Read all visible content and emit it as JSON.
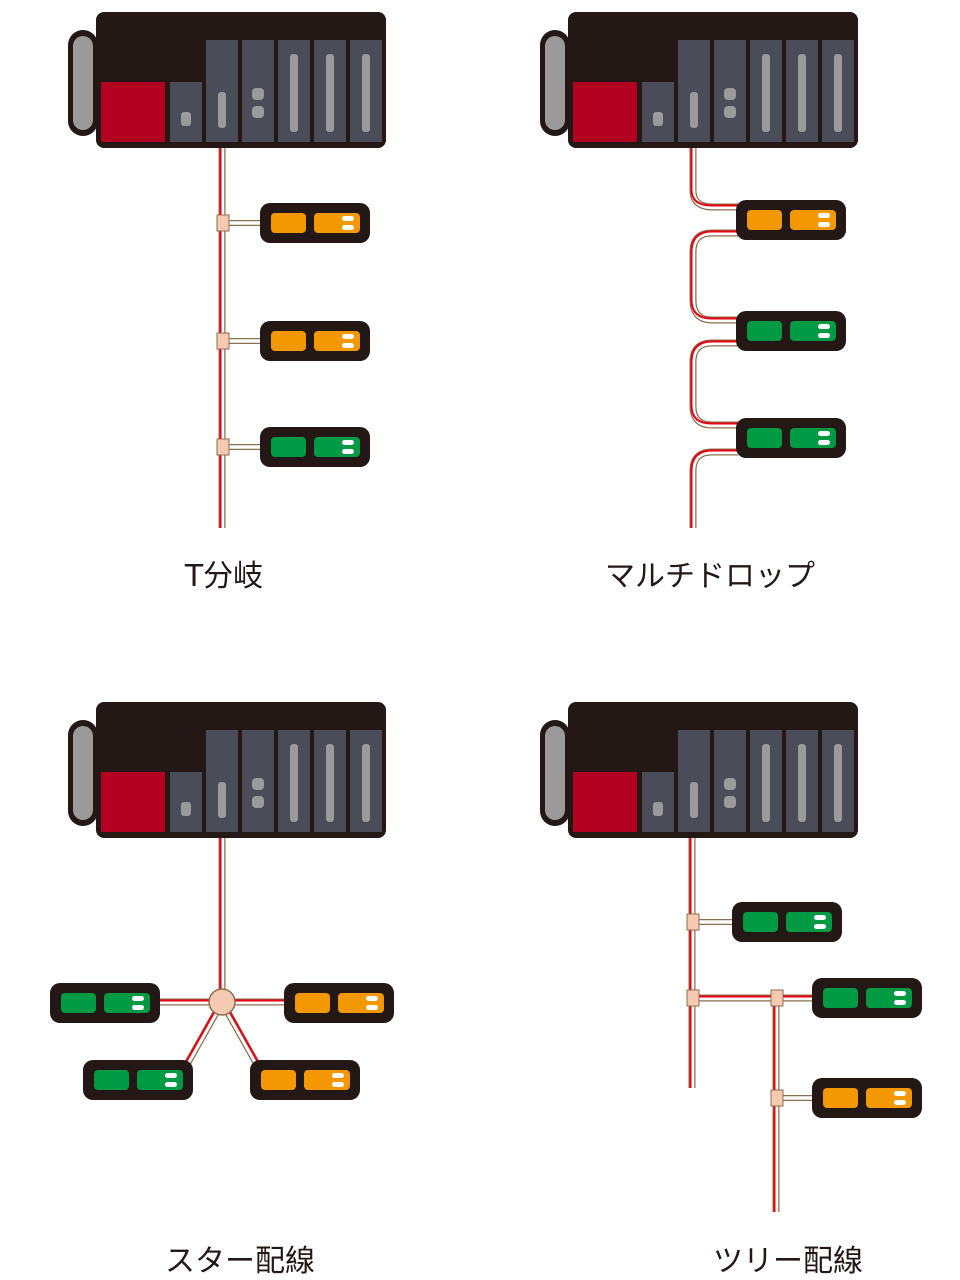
{
  "colors": {
    "plc_frame": "#231815",
    "cpu_red": "#b30022",
    "module_gray": "#4a4c57",
    "slot_light": "#9a9a9a",
    "battery_gray": "#9a9a9a",
    "device_orange": "#f39800",
    "device_green": "#009944",
    "cable_red": "#e60012",
    "cable_brown": "#8b6f4e",
    "connector_fill": "#f7c8b2"
  },
  "panels": [
    {
      "id": "t-branch",
      "label": "T分岐",
      "devices": [
        "orange",
        "orange",
        "green"
      ]
    },
    {
      "id": "multidrop",
      "label": "マルチドロップ",
      "devices": [
        "orange",
        "green",
        "green"
      ]
    },
    {
      "id": "star",
      "label": "スター配線",
      "devices": [
        "green",
        "orange",
        "green",
        "orange"
      ]
    },
    {
      "id": "tree",
      "label": "ツリー配線",
      "devices": [
        "green",
        "green",
        "orange"
      ]
    }
  ]
}
